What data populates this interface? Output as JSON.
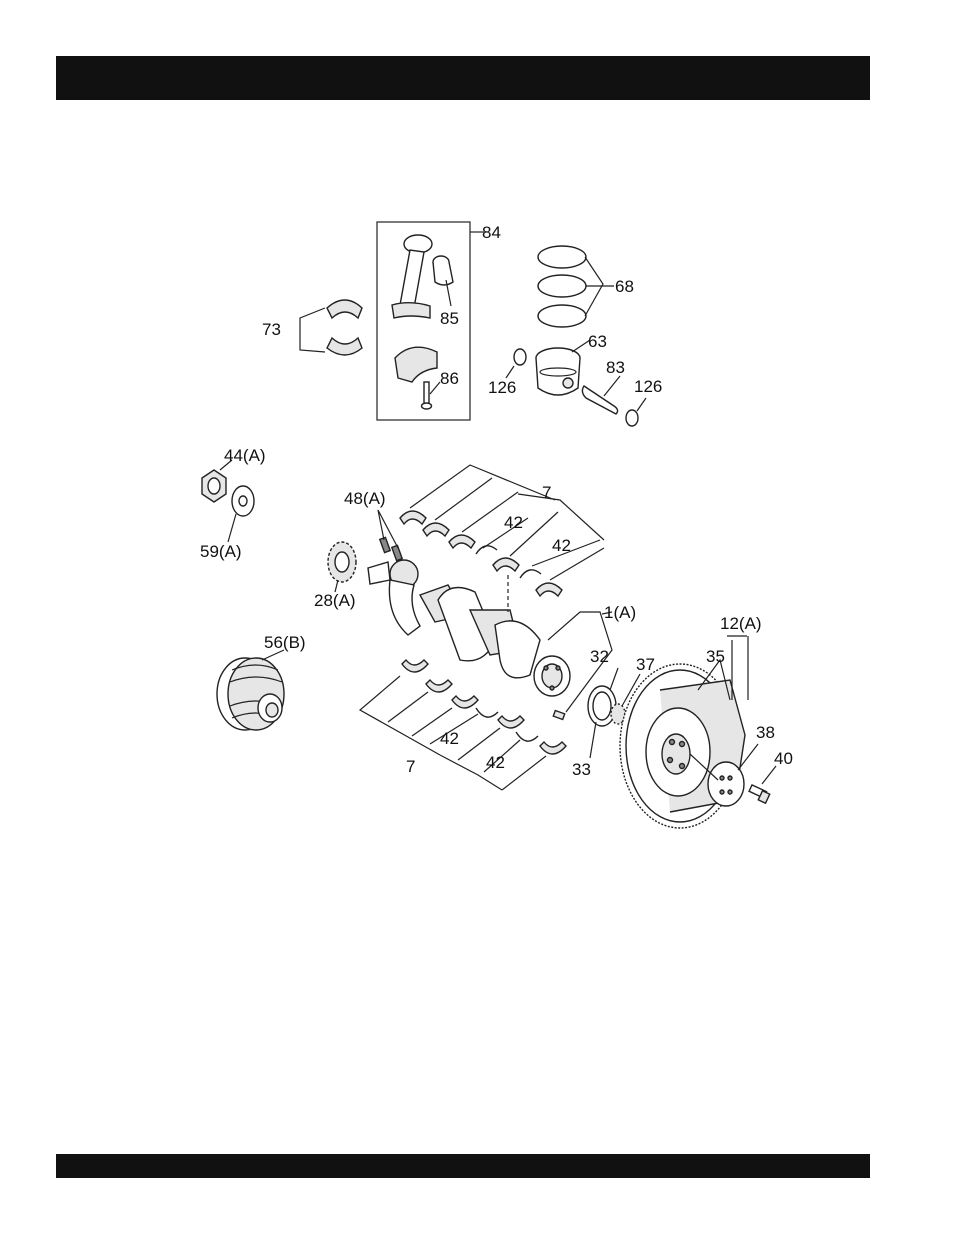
{
  "header": {
    "bar_color": "#111111"
  },
  "footer": {
    "bar_color": "#111111"
  },
  "callouts": {
    "l84": "84",
    "l68": "68",
    "l73": "73",
    "l85": "85",
    "l63": "63",
    "l86": "86",
    "l83": "83",
    "l126a": "126",
    "l126b": "126",
    "l44a": "44(A)",
    "l59a": "59(A)",
    "l48a": "48(A)",
    "l7top": "7",
    "l42top1": "42",
    "l42top2": "42",
    "l28a": "28(A)",
    "l1a": "1(A)",
    "l12a": "12(A)",
    "l56b": "56(B)",
    "l32": "32",
    "l37": "37",
    "l35": "35",
    "l38": "38",
    "l40": "40",
    "l42bot1": "42",
    "l42bot2": "42",
    "l7bot": "7",
    "l33": "33"
  }
}
